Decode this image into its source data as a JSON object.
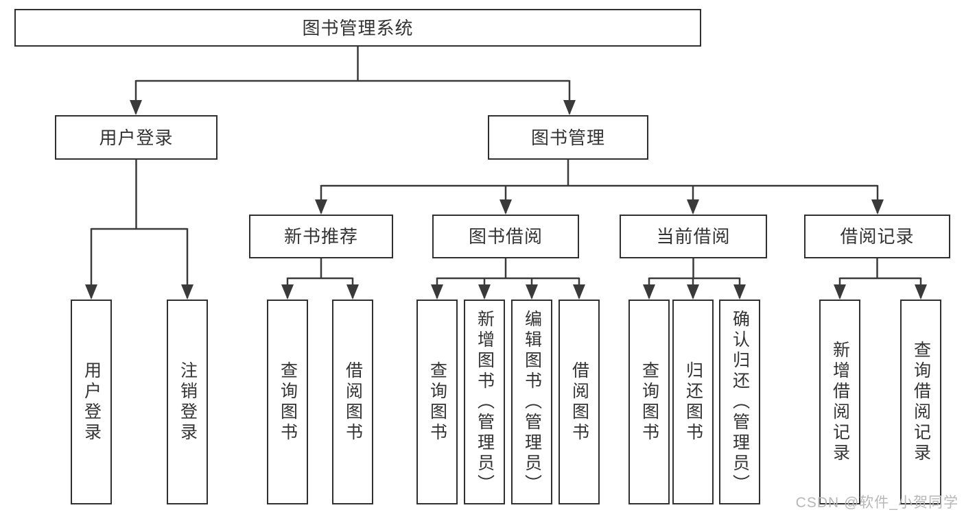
{
  "colors": {
    "line": "#3a3a3a",
    "box_border": "#2f2f2f",
    "text": "#333333",
    "watermark": "#b7b7b7",
    "background": "#ffffff"
  },
  "diagram": {
    "root": {
      "label": "图书管理系统"
    },
    "branches": [
      {
        "label": "用户登录",
        "children": [
          {
            "label": "用户登录"
          },
          {
            "label": "注销登录"
          }
        ]
      },
      {
        "label": "图书管理",
        "children": [
          {
            "label": "新书推荐",
            "children": [
              {
                "label": "查询图书"
              },
              {
                "label": "借阅图书"
              }
            ]
          },
          {
            "label": "图书借阅",
            "children": [
              {
                "label": "查询图书"
              },
              {
                "label": "新增图书（管理员）"
              },
              {
                "label": "编辑图书（管理员）"
              },
              {
                "label": "借阅图书"
              }
            ]
          },
          {
            "label": "当前借阅",
            "children": [
              {
                "label": "查询图书"
              },
              {
                "label": "归还图书"
              },
              {
                "label": "确认归还（管理员）"
              }
            ]
          },
          {
            "label": "借阅记录",
            "children": [
              {
                "label": "新增借阅记录"
              },
              {
                "label": "查询借阅记录"
              }
            ]
          }
        ]
      }
    ]
  },
  "watermark": {
    "text": "CSDN @软件_小贺同学"
  }
}
